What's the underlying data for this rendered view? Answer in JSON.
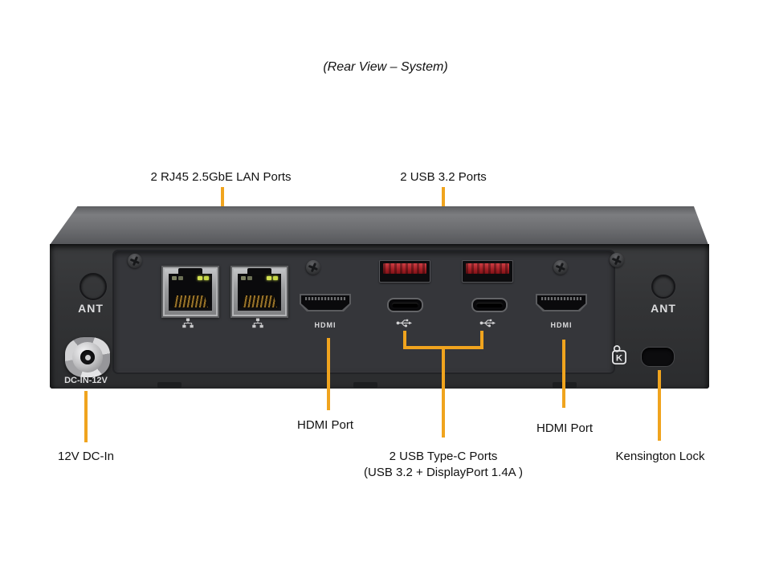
{
  "title": "(Rear View – System)",
  "callouts": {
    "lan": {
      "label": "2 RJ45 2.5GbE LAN Ports"
    },
    "usb32": {
      "label": "2 USB 3.2 Ports"
    },
    "hdmi_left": {
      "label": "HDMI Port"
    },
    "hdmi_right": {
      "label": "HDMI Port"
    },
    "usb_c": {
      "label_line1": "2 USB Type-C Ports",
      "label_line2": "(USB 3.2 + DisplayPort 1.4A )"
    },
    "dc_in": {
      "label": "12V DC-In"
    },
    "kensington": {
      "label": "Kensington Lock"
    }
  },
  "silkscreen": {
    "ant_left": "ANT",
    "ant_right": "ANT",
    "dc_in": "DC-IN-12V",
    "hdmi_left": "HDMI",
    "hdmi_right": "HDMI"
  },
  "colors": {
    "callout_line": "#F0A41E",
    "chassis_front": "#333436",
    "chassis_top": "#717275",
    "usb_port_red": "#A11E24",
    "led_yellow_green": "#C9D94A",
    "label_text": "#111111",
    "silkscreen_text": "#DCDCDE"
  }
}
